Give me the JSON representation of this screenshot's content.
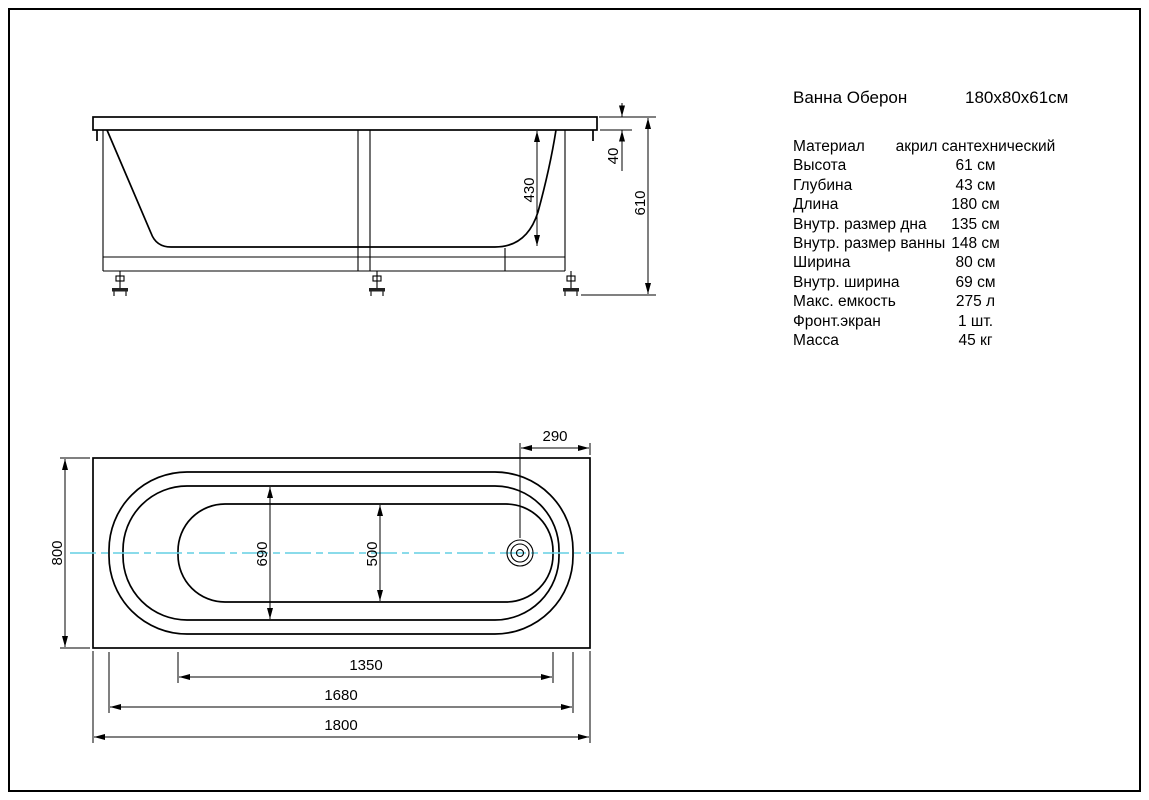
{
  "frame": {
    "border_color": "#000000",
    "background": "#ffffff"
  },
  "header": {
    "title": "Ванна Оберон",
    "dimensions": "180х80х61см"
  },
  "specs": {
    "rows": [
      {
        "label": "Материал",
        "value": "акрил сантехнический"
      },
      {
        "label": "Высота",
        "value": "61 см"
      },
      {
        "label": "Глубина",
        "value": "43 см"
      },
      {
        "label": "Длина",
        "value": "180 см"
      },
      {
        "label": "Внутр. размер дна",
        "value": "135 см"
      },
      {
        "label": "Внутр. размер ванны",
        "value": "148 см"
      },
      {
        "label": "Ширина",
        "value": "80 см"
      },
      {
        "label": "Внутр. ширина",
        "value": "69 см"
      },
      {
        "label": "Макс. емкость",
        "value": "275 л"
      },
      {
        "label": "Фронт.экран",
        "value": "1 шт."
      },
      {
        "label": "Масса",
        "value": "45 кг"
      }
    ]
  },
  "drawing": {
    "line_color": "#000000",
    "centerline_color": "#63cfe4",
    "side_view": {
      "depth": "430",
      "rim": "40",
      "height": "610"
    },
    "top_view": {
      "drain_offset": "290",
      "width": "800",
      "inner_width": "690",
      "bottom_width": "500",
      "bottom_length": "1350",
      "inner_length": "1680",
      "length": "1800"
    }
  }
}
